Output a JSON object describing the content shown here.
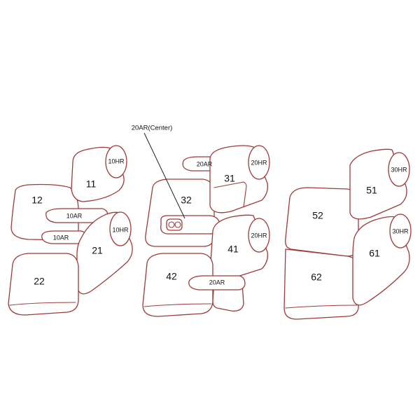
{
  "diagram": {
    "colors": {
      "outline": "#9e3b3b",
      "text": "#111111",
      "leader": "#222222",
      "background": "#ffffff"
    },
    "seat_numbers": {
      "s11": "11",
      "s12": "12",
      "s21": "21",
      "s22": "22",
      "s31": "31",
      "s32": "32",
      "s41": "41",
      "s42": "42",
      "s51": "51",
      "s52": "52",
      "s61": "61",
      "s62": "62"
    },
    "part_codes": {
      "hr_11": "10HR",
      "hr_21": "10HR",
      "hr_31": "20HR",
      "hr_41": "20HR",
      "hr_51": "30HR",
      "hr_61": "30HR",
      "ar_upper_1": "10AR",
      "ar_lower_1": "10AR",
      "ar_upper_2": "20AR",
      "ar_lower_2": "20AR"
    },
    "callout": {
      "center_armrest": "20AR(Center)"
    }
  }
}
